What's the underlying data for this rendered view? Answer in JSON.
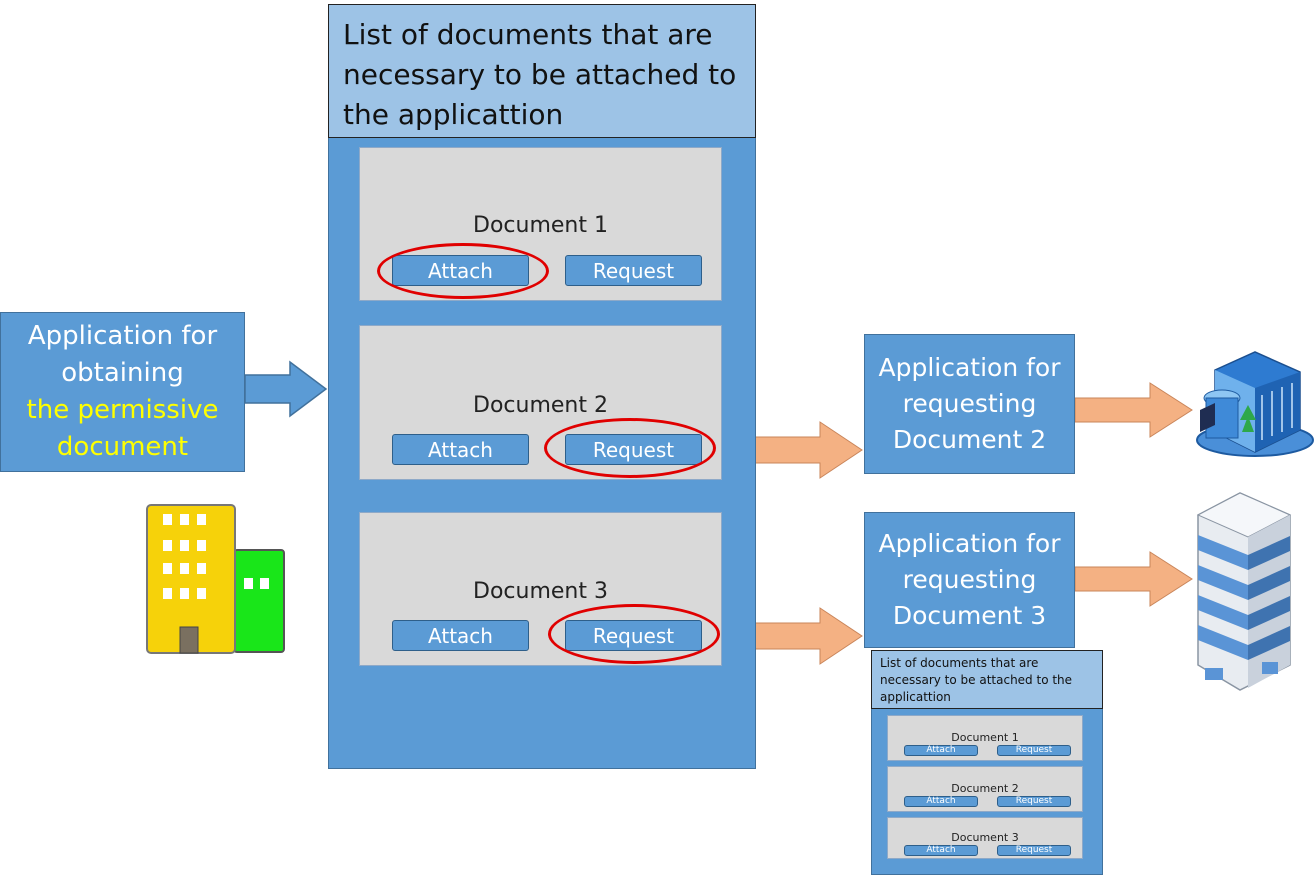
{
  "main_list": {
    "title": "List of documents that are necessary to be attached to the applicattion",
    "documents": [
      {
        "name": "Document 1",
        "attach": "Attach",
        "request": "Request"
      },
      {
        "name": "Document 2",
        "attach": "Attach",
        "request": "Request"
      },
      {
        "name": "Document 3",
        "attach": "Attach",
        "request": "Request"
      }
    ]
  },
  "left_box": {
    "line1": "Application for",
    "line2": "obtaining",
    "line3": "the permissive",
    "line4": "document"
  },
  "request_box_2": {
    "line1": "Application for",
    "line2": "requesting",
    "line3": "Document 2"
  },
  "request_box_3": {
    "line1": "Application for",
    "line2": "requesting",
    "line3": "Document 3"
  },
  "mini_list": {
    "title": "List of documents that are necessary to be attached to the applicattion",
    "documents": [
      {
        "name": "Document 1",
        "attach": "Attach",
        "request": "Request"
      },
      {
        "name": "Document 2",
        "attach": "Attach",
        "request": "Request"
      },
      {
        "name": "Document 3",
        "attach": "Attach",
        "request": "Request"
      }
    ]
  },
  "colors": {
    "panel_blue": "#5b9bd5",
    "header_light_blue": "#9dc3e6",
    "doc_gray": "#d9d9d9",
    "arrow_orange": "#f4b183",
    "highlight_red": "#e00000",
    "yellow_text": "#ffff00"
  }
}
